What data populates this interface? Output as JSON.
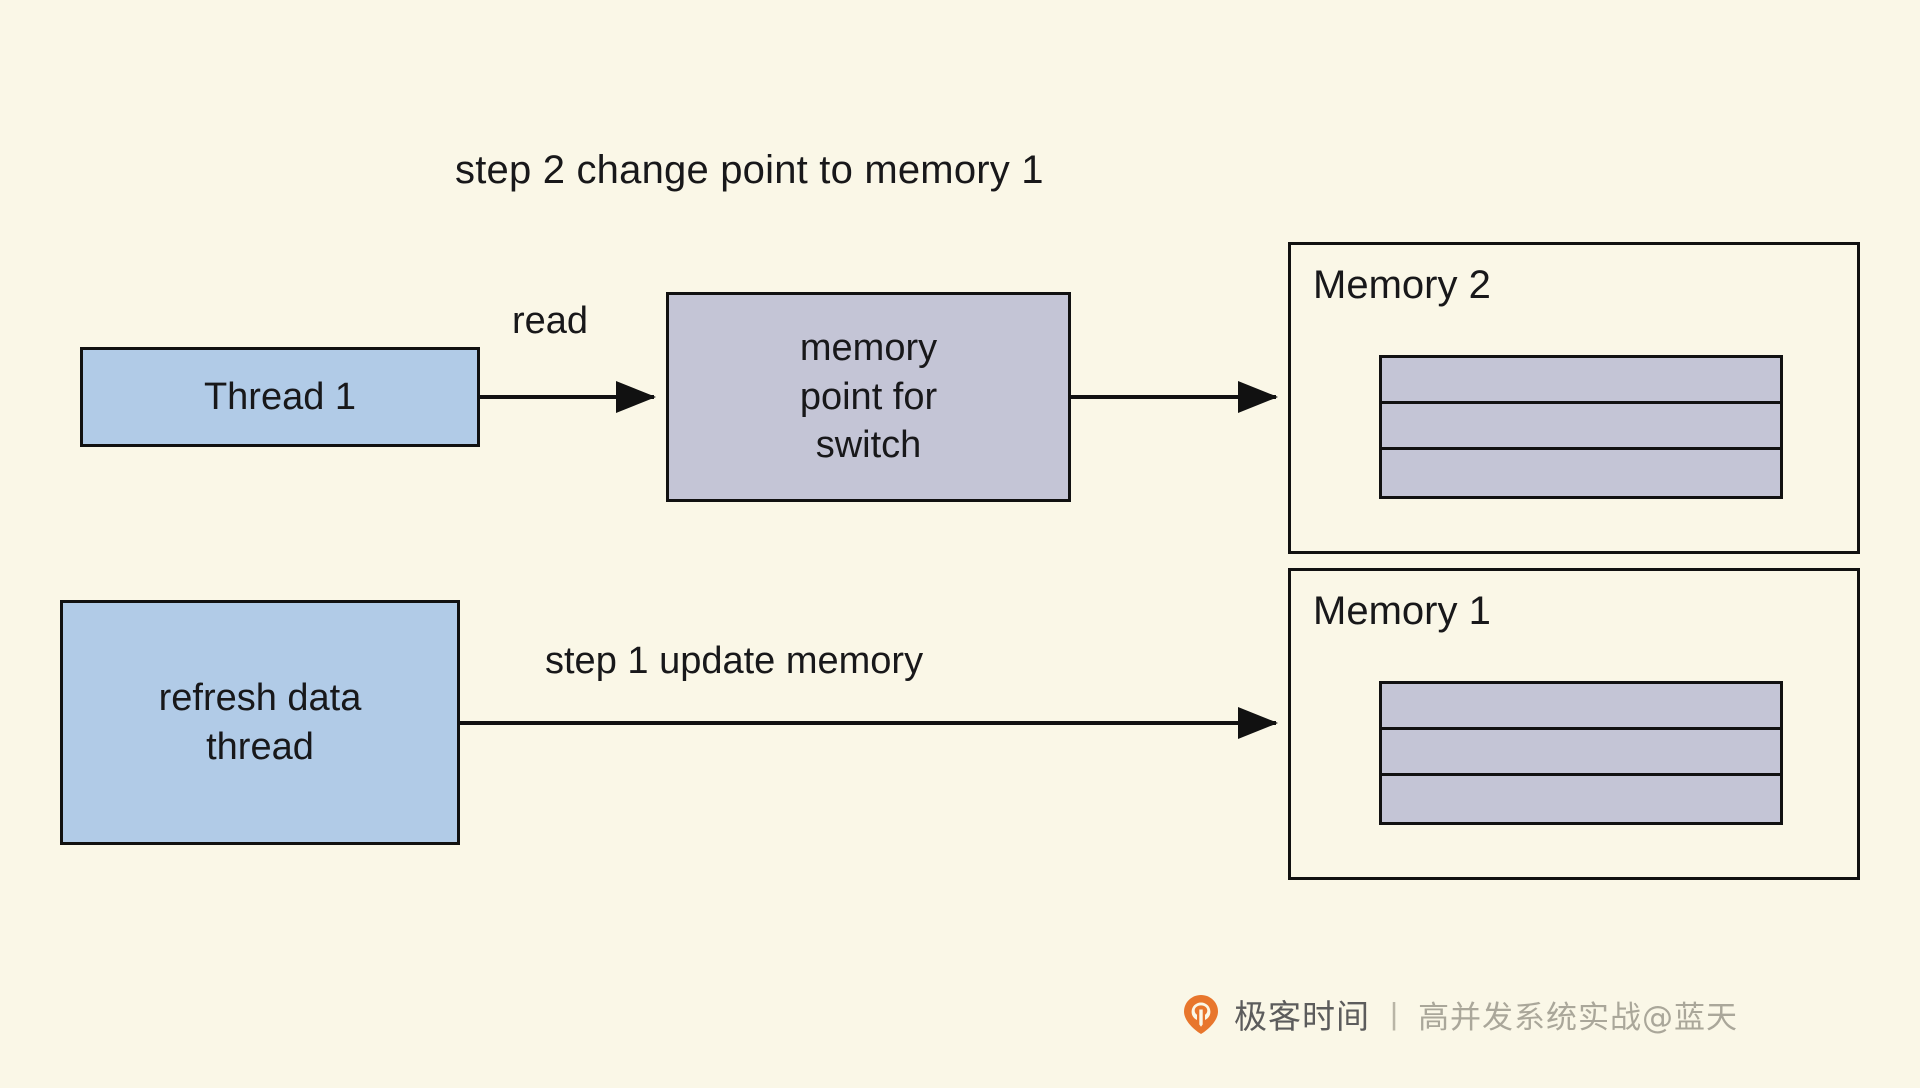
{
  "diagram": {
    "title": "step 2 change point to memory 1",
    "background_color": "#faf7e7",
    "nodes": {
      "thread1": {
        "label": "Thread 1",
        "fill": "#b1cbe7"
      },
      "refresh_thread": {
        "line1": "refresh data",
        "line2": "thread",
        "fill": "#b1cbe7"
      },
      "memory_point": {
        "line1": "memory",
        "line2": "point for",
        "line3": "switch",
        "fill": "#c4c5d6"
      },
      "memory_2": {
        "label": "Memory 2",
        "bar_count": 3,
        "bar_fill": "#c4c5d6"
      },
      "memory_1": {
        "label": "Memory 1",
        "bar_count": 3,
        "bar_fill": "#c4c5d6"
      }
    },
    "edges": {
      "thread1_to_point": {
        "label": "read"
      },
      "point_to_memory2": {
        "label": ""
      },
      "refresh_to_memory1": {
        "label": "step 1 update memory"
      }
    }
  },
  "watermark": {
    "brand": "极客时间",
    "divider": "|",
    "course": "高并发系统实战@蓝天",
    "logo_color": "#e8762c"
  }
}
